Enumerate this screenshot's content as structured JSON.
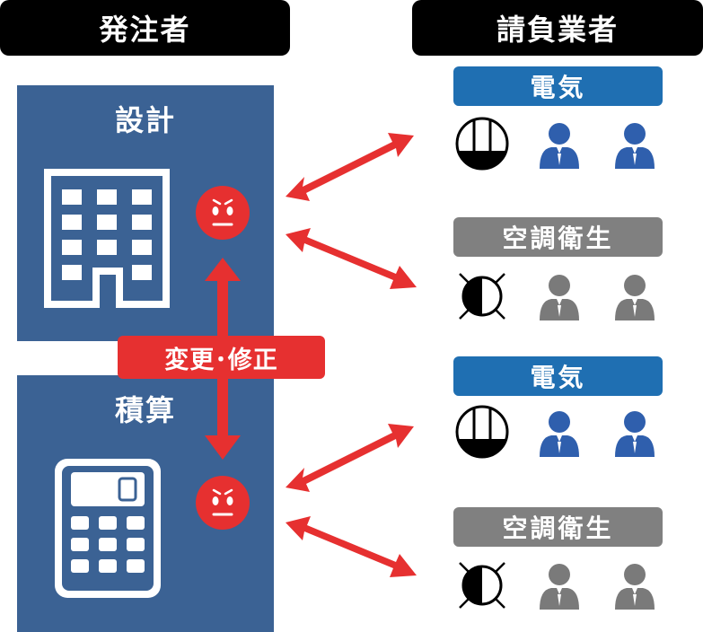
{
  "headers": {
    "orderer": "発注者",
    "contractor": "請負業者"
  },
  "panels": {
    "design": "設計",
    "estimate": "積算"
  },
  "change_label": "変更･修正",
  "trades": [
    {
      "label": "電気",
      "style": "blue",
      "symbol": "electric-meter-icon"
    },
    {
      "label": "空調衛生",
      "style": "gray",
      "symbol": "hvac-symbol-icon"
    },
    {
      "label": "電気",
      "style": "blue",
      "symbol": "electric-meter-icon"
    },
    {
      "label": "空調衛生",
      "style": "gray",
      "symbol": "hvac-symbol-icon"
    }
  ],
  "colors": {
    "panel": "#3b6294",
    "arrow": "#e63030",
    "worried_face": "#e63030",
    "blue_person": "#2f5fad",
    "gray_person": "#7a7a7a",
    "blue_label": "#1f6fb2",
    "gray_label": "#808080"
  }
}
